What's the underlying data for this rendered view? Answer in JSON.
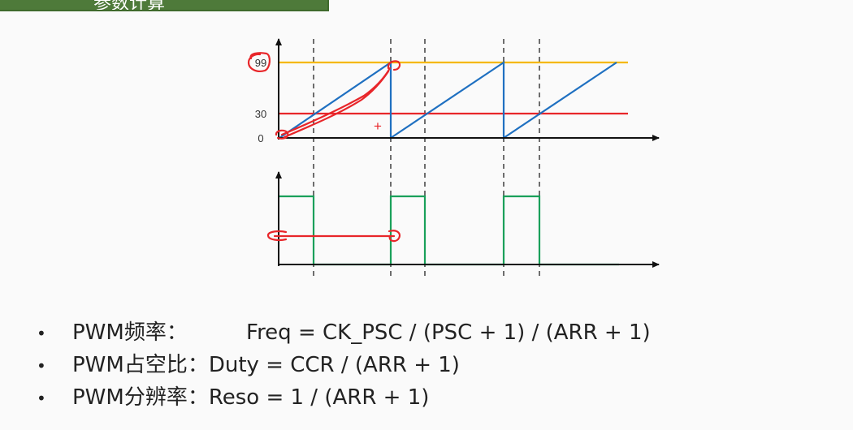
{
  "header": {
    "title": "参数计算"
  },
  "diagram": {
    "y_ticks": [
      "99",
      "30",
      "0"
    ],
    "annotation_plus": "+",
    "colors": {
      "arr_line": "#f5b800",
      "ccr_line": "#e8262a",
      "counter": "#1f70c1",
      "pwm": "#1aa05a",
      "axis": "#111111",
      "ink": "#e8262a"
    }
  },
  "formulas": [
    {
      "bullet": "•",
      "label": "PWM频率：",
      "expr": "Freq = CK_PSC / (PSC + 1) / (ARR + 1)"
    },
    {
      "bullet": "•",
      "label": "PWM占空比：",
      "expr": "Duty = CCR / (ARR + 1)"
    },
    {
      "bullet": "•",
      "label": "PWM分辨率：",
      "expr": "Reso = 1 / (ARR + 1)"
    }
  ]
}
